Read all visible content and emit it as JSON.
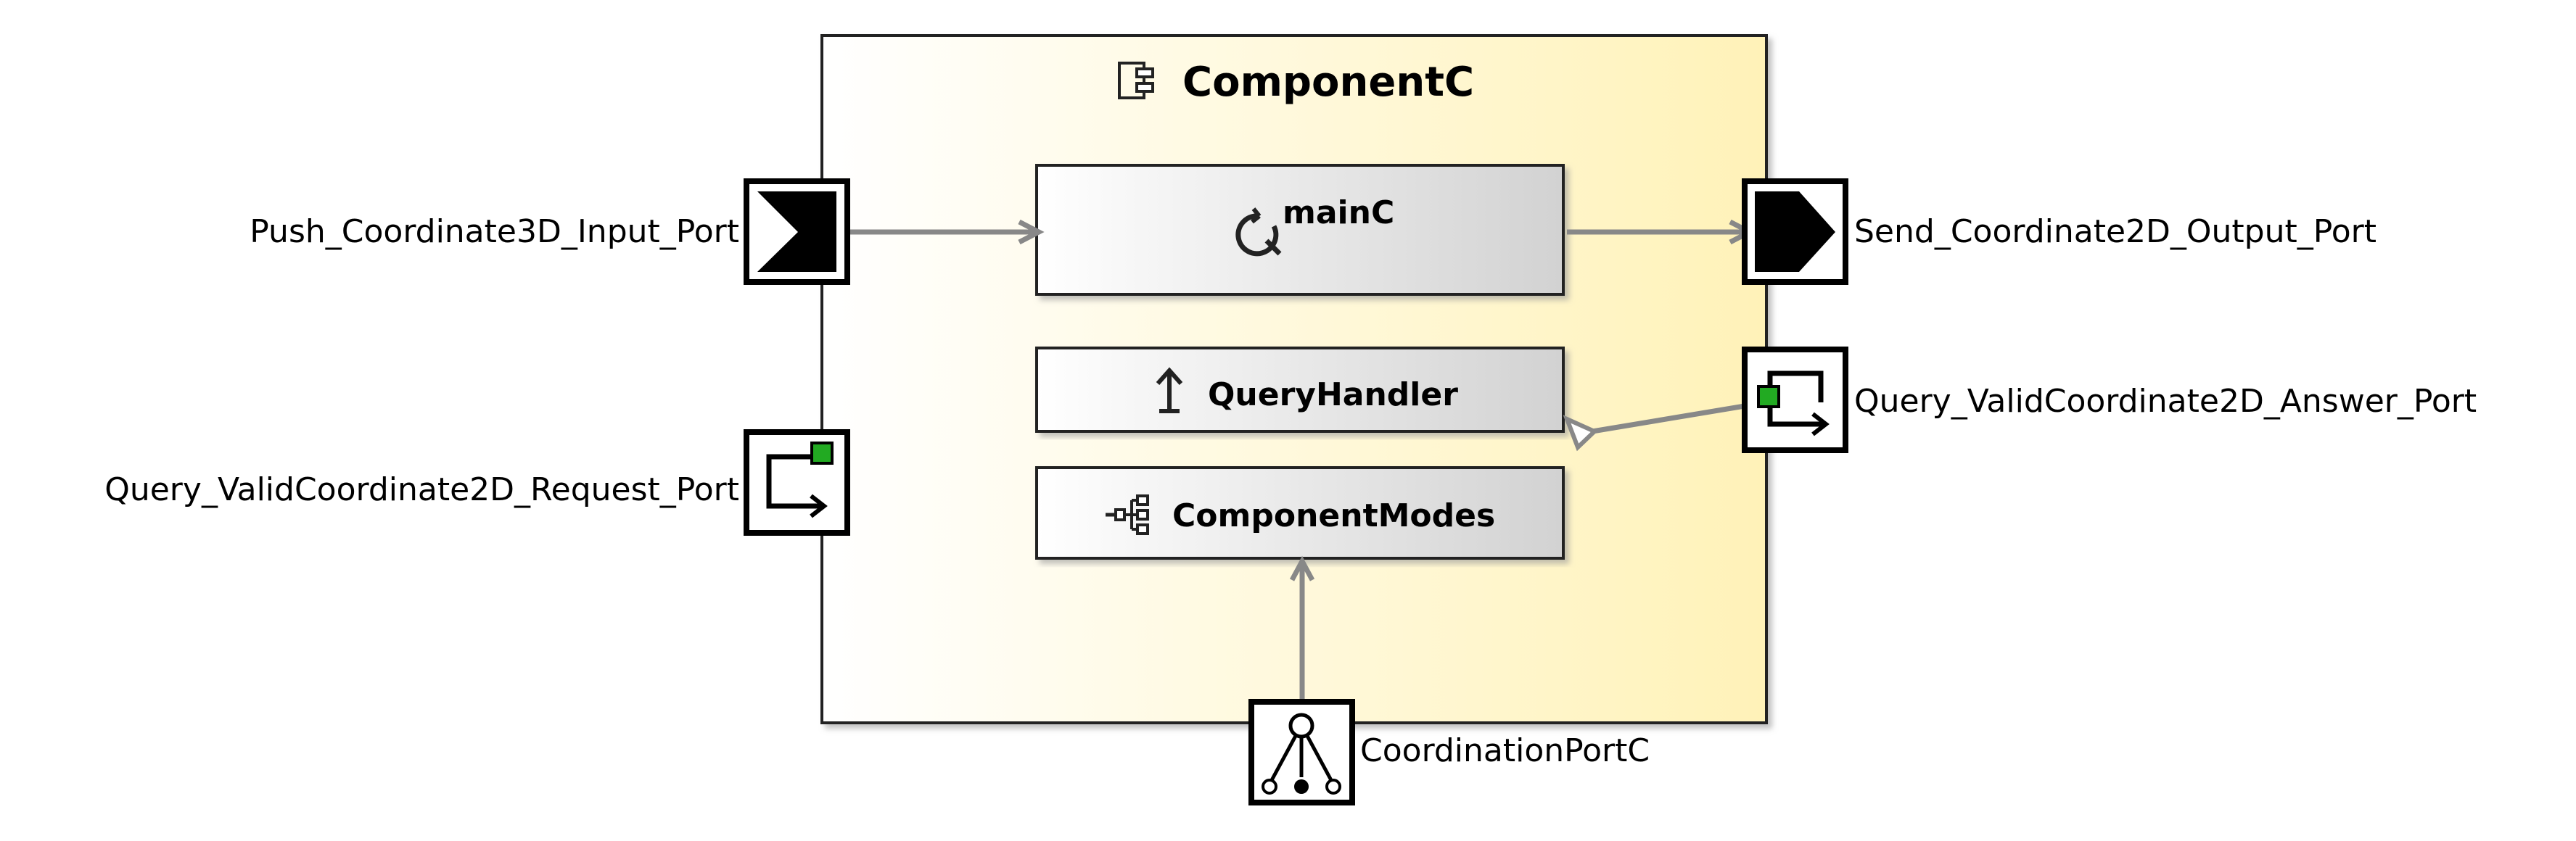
{
  "component": {
    "name": "ComponentC",
    "icon": "component-icon",
    "fill_gradient": [
      "#ffffff",
      "#fff4c0"
    ]
  },
  "inner_elements": {
    "main_activity": {
      "label": "mainC",
      "icon": "activity-loop-icon"
    },
    "query_handler": {
      "label": "QueryHandler",
      "icon": "arrow-up-icon"
    },
    "component_modes": {
      "label": "ComponentModes",
      "icon": "modes-tree-icon"
    }
  },
  "ports": {
    "push_input": {
      "label": "Push_Coordinate3D_Input_Port",
      "icon": "push-input-port-icon"
    },
    "query_request": {
      "label": "Query_ValidCoordinate2D_Request_Port",
      "icon": "query-request-port-icon"
    },
    "send_output": {
      "label": "Send_Coordinate2D_Output_Port",
      "icon": "send-output-port-icon"
    },
    "query_answer": {
      "label": "Query_ValidCoordinate2D_Answer_Port",
      "icon": "query-answer-port-icon"
    },
    "coordination": {
      "label": "CoordinationPortC",
      "icon": "coordination-port-icon"
    }
  },
  "colors": {
    "connector": "#888888",
    "port_accent": "#22aa22",
    "box_gradient": [
      "#ffffff",
      "#d4d4d4"
    ]
  }
}
